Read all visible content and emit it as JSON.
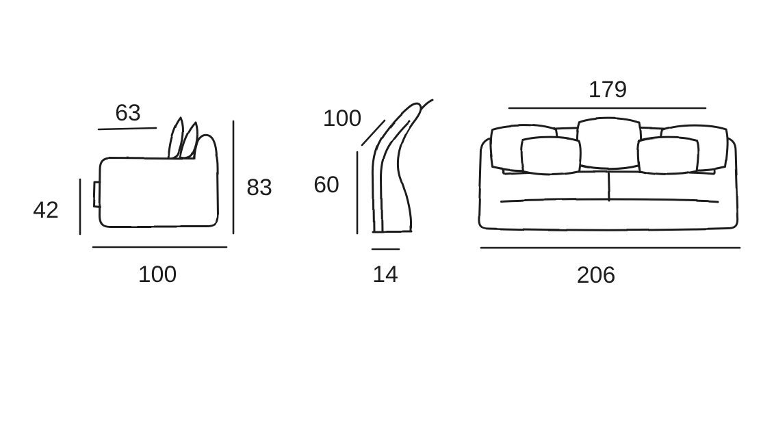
{
  "diagram": {
    "side_view": {
      "width_top": "63",
      "height": "83",
      "seat_height": "42",
      "depth": "100"
    },
    "arm_detail": {
      "back_height": "100",
      "arm_height": "60",
      "arm_width": "14"
    },
    "front_view": {
      "inner_width": "179",
      "overall_width": "206"
    }
  }
}
